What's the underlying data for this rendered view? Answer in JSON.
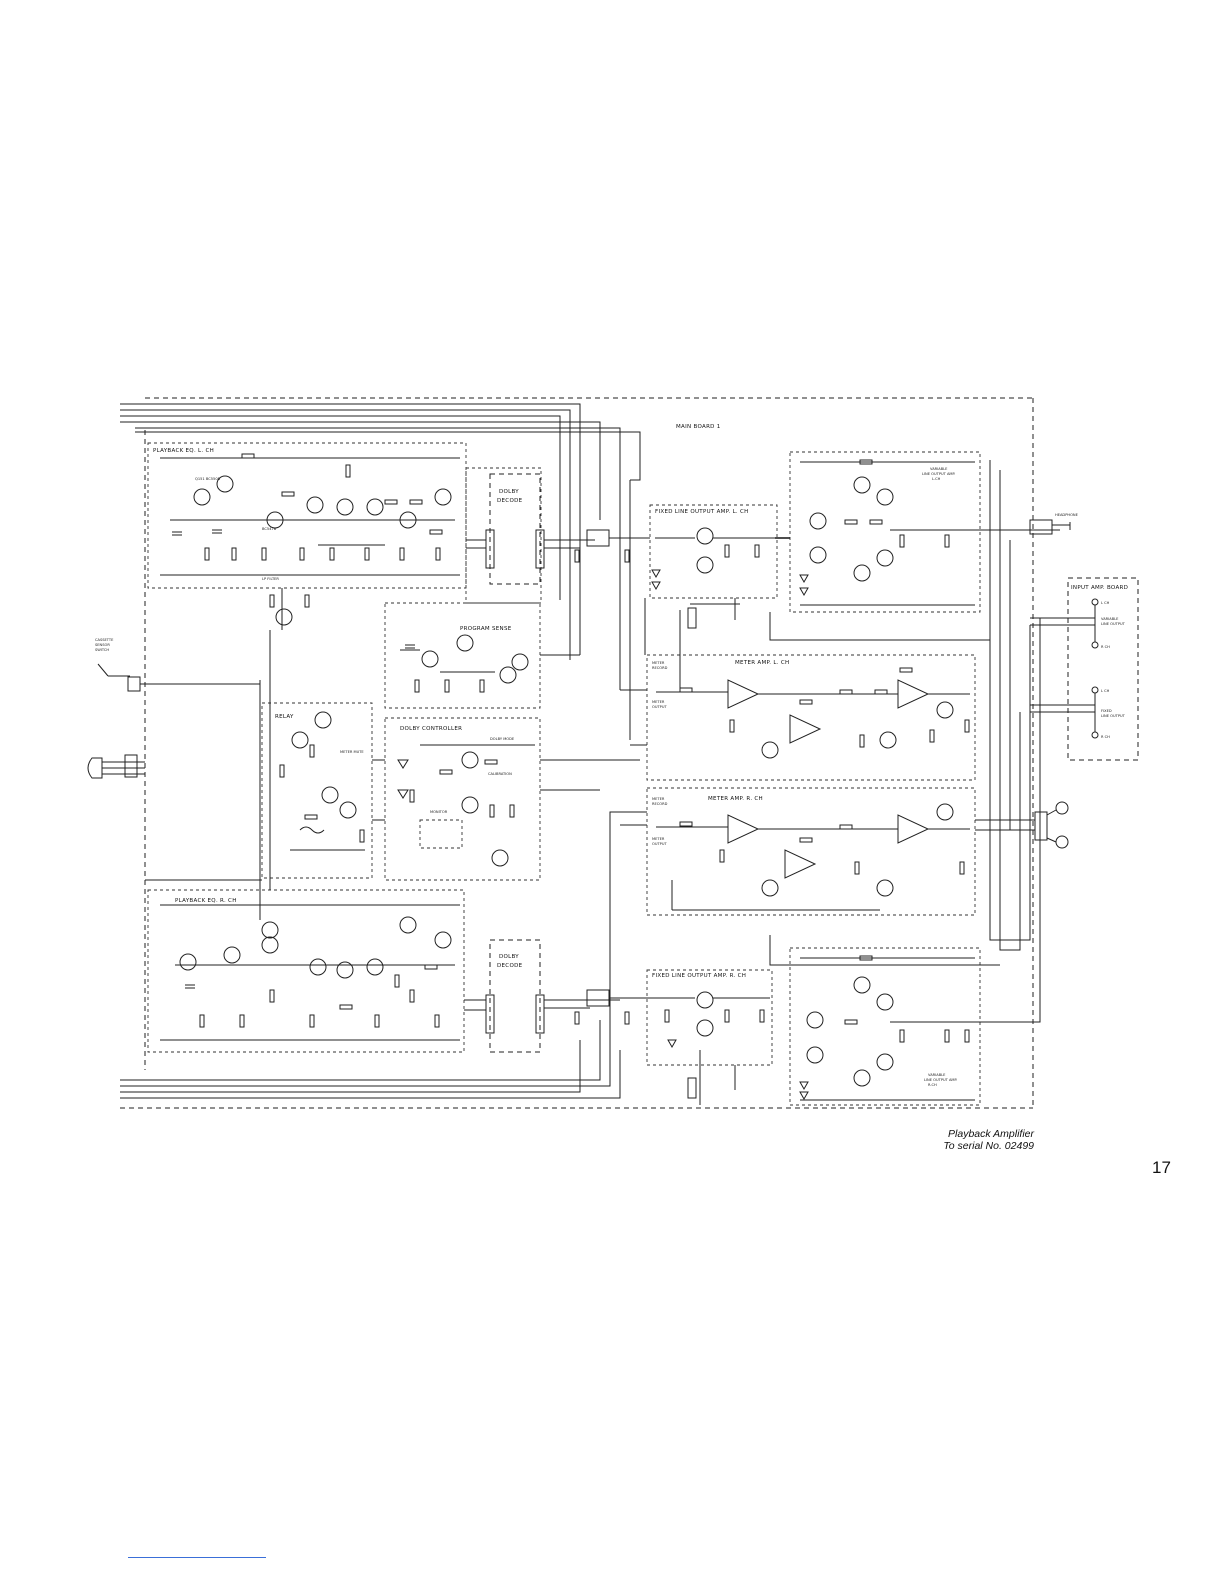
{
  "board": {
    "title": "MAIN BOARD 1",
    "input_board_title": "INPUT AMP. BOARD"
  },
  "blocks": {
    "playback_eq_l": "PLAYBACK EQ. L. CH",
    "playback_eq_r": "PLAYBACK EQ. R. CH",
    "dolby_decode_top": [
      "DOLBY",
      "DECODE"
    ],
    "dolby_decode_bottom": [
      "DOLBY",
      "DECODE"
    ],
    "program_sense": "PROGRAM SENSE",
    "relay": "RELAY",
    "dolby_controller": "DOLBY CONTROLLER",
    "fixed_line_output_l": "FIXED LINE OUTPUT AMP. L. CH",
    "fixed_line_output_r": "FIXED LINE OUTPUT AMP. R. CH",
    "meter_amp_l": "METER AMP. L. CH",
    "meter_amp_r": "METER AMP. R. CH",
    "variable_line_output_l": [
      "VARIABLE",
      "LINE OUTPUT AMP.",
      "L.CH"
    ],
    "variable_line_output_r": [
      "VARIABLE",
      "LINE OUTPUT AMP.",
      "R.CH"
    ]
  },
  "labels": {
    "cassette_sensor": [
      "CASSETTE",
      "SENSOR",
      "SWITCH"
    ],
    "lp_filter": "LP FILTER",
    "headphone": "HEADPHONE",
    "variable_line_output": [
      "VARIABLE",
      "LINE OUTPUT"
    ],
    "fixed_line_output": [
      "FIXED",
      "LINE OUTPUT"
    ],
    "l_ch": "L CH",
    "r_ch": "R CH",
    "dolby_mode": "DOLBY MODE",
    "calibration": "CALIBRATION",
    "meter_mute": "METER MUTE",
    "monitor": "MONITOR",
    "meter_record": [
      "METER",
      "RECORD"
    ],
    "meter_output": [
      "METER",
      "OUTPUT"
    ],
    "transistor_type": "BC547B"
  },
  "caption": {
    "line1": "Playback Amplifier",
    "line2": "To serial No. 02499"
  },
  "page_number": "17"
}
